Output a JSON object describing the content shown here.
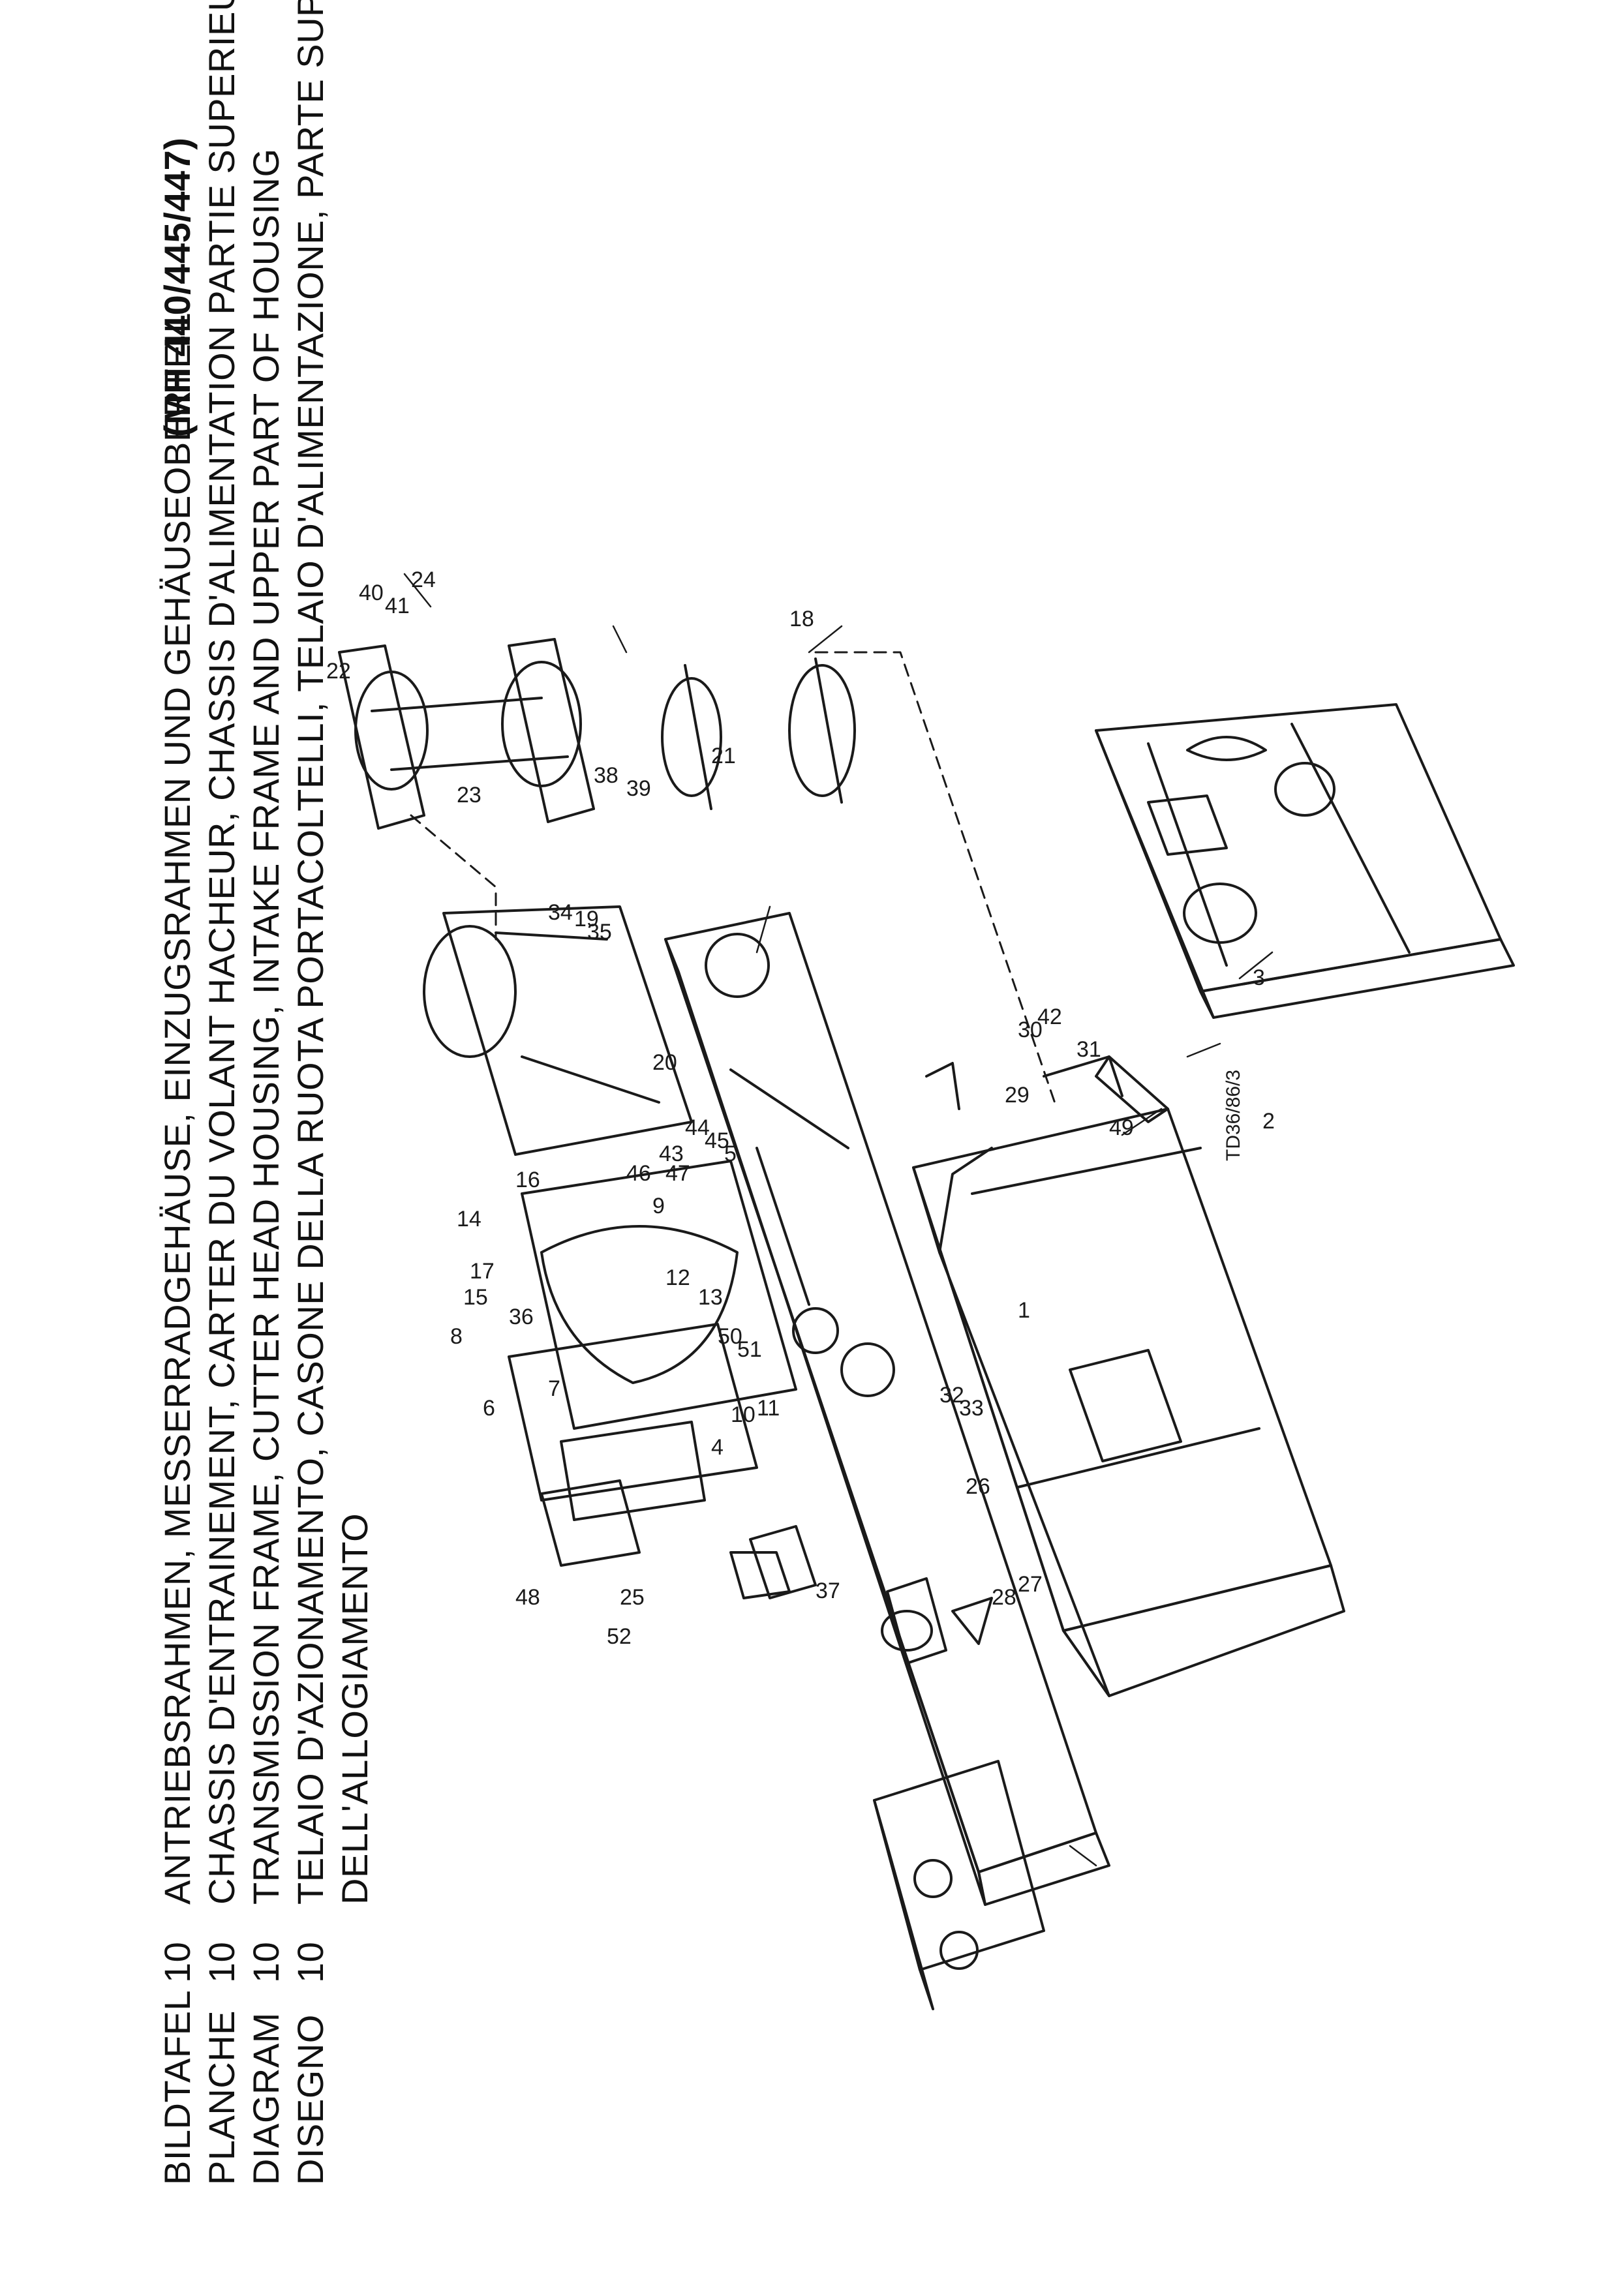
{
  "header": {
    "rows": [
      {
        "label": "BILDTAFEL",
        "number": "10",
        "text": "ANTRIEBSRAHMEN, MESSERRADGEHÄUSE, EINZUGSRAHMEN UND GEHÄUSEOBERTEIL"
      },
      {
        "label": "PLANCHE",
        "number": "10",
        "text": "CHASSIS D'ENTRAINEMENT, CARTER DU VOLANT HACHEUR, CHASSIS D'ALIMENTATION PARTIE SUPERIEURE DU CARTER"
      },
      {
        "label": "DIAGRAM",
        "number": "10",
        "text": "TRANSMISSION FRAME, CUTTER HEAD HOUSING, INTAKE FRAME AND UPPER PART OF HOUSING"
      },
      {
        "label": "DISEGNO",
        "number": "10",
        "text": "TELAIO D'AZIONAMENTO, CASONE DELLA RUOTA PORTACOLTELLI, TELAIO D'ALIMENTAZIONE, PARTE SUPERIORE"
      },
      {
        "label": "",
        "number": "",
        "text": "DELL'ALLOGIAMENTO"
      }
    ],
    "model": "(MH 440/445/447)"
  },
  "drawing_ref": "TD36/86/3",
  "callouts": [
    "1",
    "2",
    "3",
    "4",
    "5",
    "6",
    "7",
    "8",
    "9",
    "10",
    "11",
    "12",
    "13",
    "14",
    "15",
    "16",
    "17",
    "18",
    "19",
    "20",
    "21",
    "22",
    "23",
    "24",
    "25",
    "26",
    "27",
    "28",
    "29",
    "30",
    "31",
    "32",
    "33",
    "34",
    "35",
    "36",
    "37",
    "38",
    "39",
    "40",
    "41",
    "42",
    "43",
    "44",
    "45",
    "46",
    "47",
    "48",
    "49",
    "50",
    "51",
    "52"
  ],
  "colors": {
    "ink": "#1a1a1a",
    "paper": "#ffffff"
  }
}
